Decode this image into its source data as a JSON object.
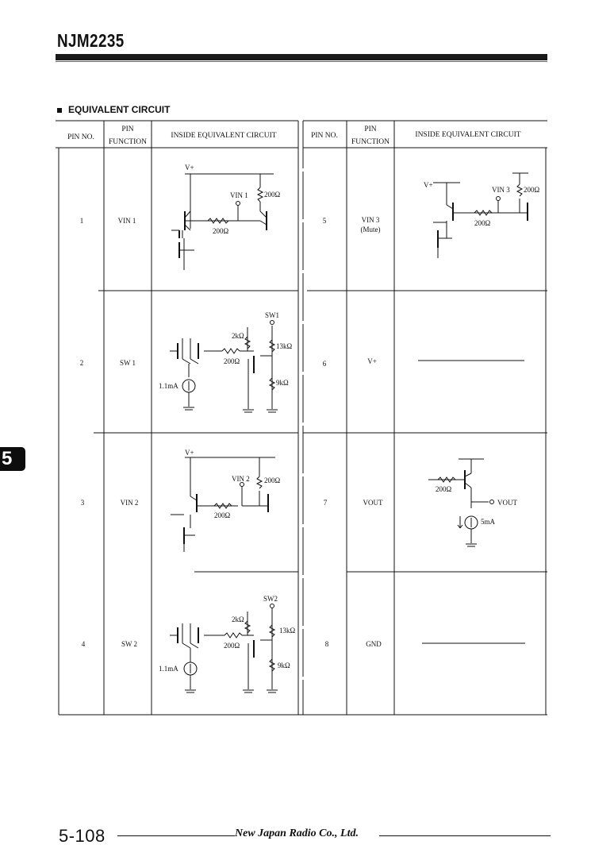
{
  "header": {
    "title": "NJM2235"
  },
  "section": {
    "title": "EQUIVALENT CIRCUIT"
  },
  "side_tab": {
    "label": "5"
  },
  "table": {
    "col_pin_no": "PIN NO.",
    "col_pin_function_line1": "PIN",
    "col_pin_function_line2": "FUNCTION",
    "col_circuit": "INSIDE EQUIVALENT CIRCUIT",
    "left_rows": [
      {
        "pin": "1",
        "function": "VIN 1"
      },
      {
        "pin": "2",
        "function": "SW 1"
      },
      {
        "pin": "3",
        "function": "VIN 2"
      },
      {
        "pin": "4",
        "function": "SW 2"
      }
    ],
    "right_rows": [
      {
        "pin": "5",
        "function": "VIN 3",
        "function2": "(Mute)"
      },
      {
        "pin": "6",
        "function": "V+",
        "function2": ""
      },
      {
        "pin": "7",
        "function": "VOUT",
        "function2": ""
      },
      {
        "pin": "8",
        "function": "GND",
        "function2": ""
      }
    ]
  },
  "labels": {
    "vplus": "V+",
    "vin1": "VIN 1",
    "vin2": "VIN 2",
    "vin3": "VIN 3",
    "r200": "200Ω",
    "r2k": "2kΩ",
    "r13k": "13kΩ",
    "r9k": "9kΩ",
    "sw1": "SW1",
    "sw2": "SW2",
    "i11": "1.1mA",
    "i5": "5mA",
    "vout": "VOUT"
  },
  "footer": {
    "page": "5-108",
    "company": "New Japan Radio Co., Ltd."
  }
}
